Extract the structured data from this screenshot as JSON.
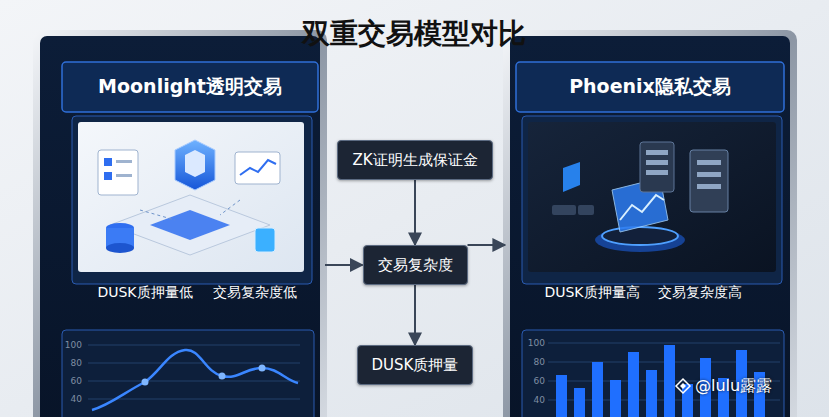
{
  "diagram": {
    "title": "双重交易模型对比",
    "nodes": [
      {
        "text": [
          "Moonlight透明交易",
          "DUSK质押量低",
          "交易复杂度低"
        ]
      },
      {
        "text": [
          "ZK证明生成保证金"
        ]
      },
      {
        "text": [
          "交易复杂度"
        ]
      },
      {
        "text": [
          "DUSK质押量"
        ]
      },
      {
        "text": [
          "Phoenix隐私交易",
          "DUSK质押量高",
          "交易复杂度高"
        ]
      }
    ],
    "edges": [
      {
        "from": 1,
        "to": 2,
        "arrow": "to"
      },
      {
        "from": 2,
        "to": 3,
        "arrow": "to"
      },
      {
        "from": 0,
        "to": 2,
        "arrow": "to"
      },
      {
        "from": 2,
        "to": 4,
        "arrow": "to"
      }
    ],
    "labels": [
      "100",
      "80",
      "60",
      "40",
      "100",
      "80",
      "60",
      "40",
      "@lulu露露"
    ]
  }
}
